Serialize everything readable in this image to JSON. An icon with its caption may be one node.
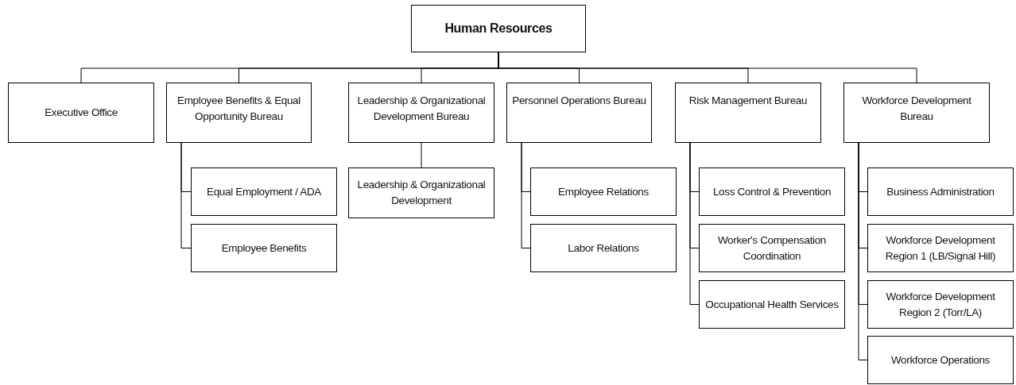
{
  "diagram": {
    "nodes": [
      {
        "text": [
          "Human Resources"
        ]
      },
      {
        "text": [
          "Executive Office"
        ]
      },
      {
        "text": [
          "Employee Benefits & Equal Opportunity Bureau"
        ]
      },
      {
        "text": [
          "Leadership & Organizational Development Bureau"
        ]
      },
      {
        "text": [
          "Personnel Operations Bureau"
        ]
      },
      {
        "text": [
          "Risk Management Bureau"
        ]
      },
      {
        "text": [
          "Workforce Development Bureau"
        ]
      },
      {
        "text": [
          "Equal Employment / ADA"
        ]
      },
      {
        "text": [
          "Employee Benefits"
        ]
      },
      {
        "text": [
          "Leadership & Organizational Development"
        ]
      },
      {
        "text": [
          "Employee Relations"
        ]
      },
      {
        "text": [
          "Labor Relations"
        ]
      },
      {
        "text": [
          "Loss Control & Prevention"
        ]
      },
      {
        "text": [
          "Worker's Compensation Coordination"
        ]
      },
      {
        "text": [
          "Occupational Health Services"
        ]
      },
      {
        "text": [
          "Business Administration"
        ]
      },
      {
        "text": [
          "Workforce Development Region 1 (LB/Signal Hill)"
        ]
      },
      {
        "text": [
          "Workforce Development Region 2 (Torr/LA)"
        ]
      },
      {
        "text": [
          "Workforce Operations"
        ]
      }
    ],
    "edges": [
      {
        "from": 0,
        "to": 1,
        "arrow": "none"
      },
      {
        "from": 0,
        "to": 2,
        "arrow": "none"
      },
      {
        "from": 0,
        "to": 3,
        "arrow": "none"
      },
      {
        "from": 0,
        "to": 4,
        "arrow": "none"
      },
      {
        "from": 0,
        "to": 5,
        "arrow": "none"
      },
      {
        "from": 0,
        "to": 6,
        "arrow": "none"
      },
      {
        "from": 2,
        "to": 7,
        "arrow": "none"
      },
      {
        "from": 2,
        "to": 8,
        "arrow": "none"
      },
      {
        "from": 3,
        "to": 9,
        "arrow": "none"
      },
      {
        "from": 4,
        "to": 10,
        "arrow": "none"
      },
      {
        "from": 4,
        "to": 11,
        "arrow": "none"
      },
      {
        "from": 5,
        "to": 12,
        "arrow": "none"
      },
      {
        "from": 5,
        "to": 13,
        "arrow": "none"
      },
      {
        "from": 5,
        "to": 14,
        "arrow": "none"
      },
      {
        "from": 6,
        "to": 15,
        "arrow": "none"
      },
      {
        "from": 6,
        "to": 16,
        "arrow": "none"
      },
      {
        "from": 6,
        "to": 17,
        "arrow": "none"
      },
      {
        "from": 6,
        "to": 18,
        "arrow": "none"
      }
    ]
  }
}
